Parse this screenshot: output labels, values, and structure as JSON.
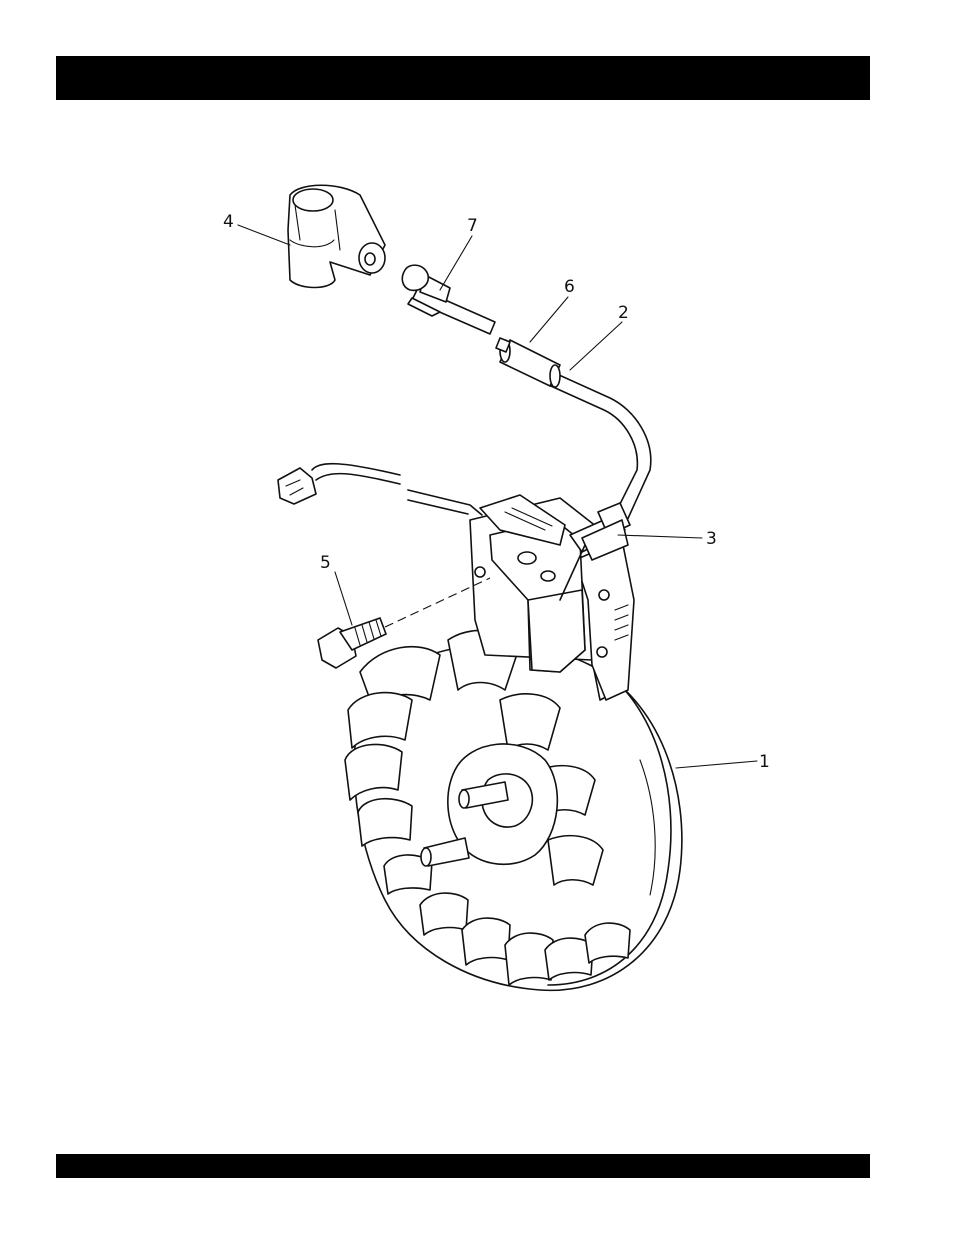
{
  "header": {
    "title": ""
  },
  "footer": {
    "text": ""
  },
  "diagram": {
    "callouts": {
      "c1": "1",
      "c2": "2",
      "c3": "3",
      "c4": "4",
      "c5": "5",
      "c6": "6",
      "c7": "7"
    }
  }
}
